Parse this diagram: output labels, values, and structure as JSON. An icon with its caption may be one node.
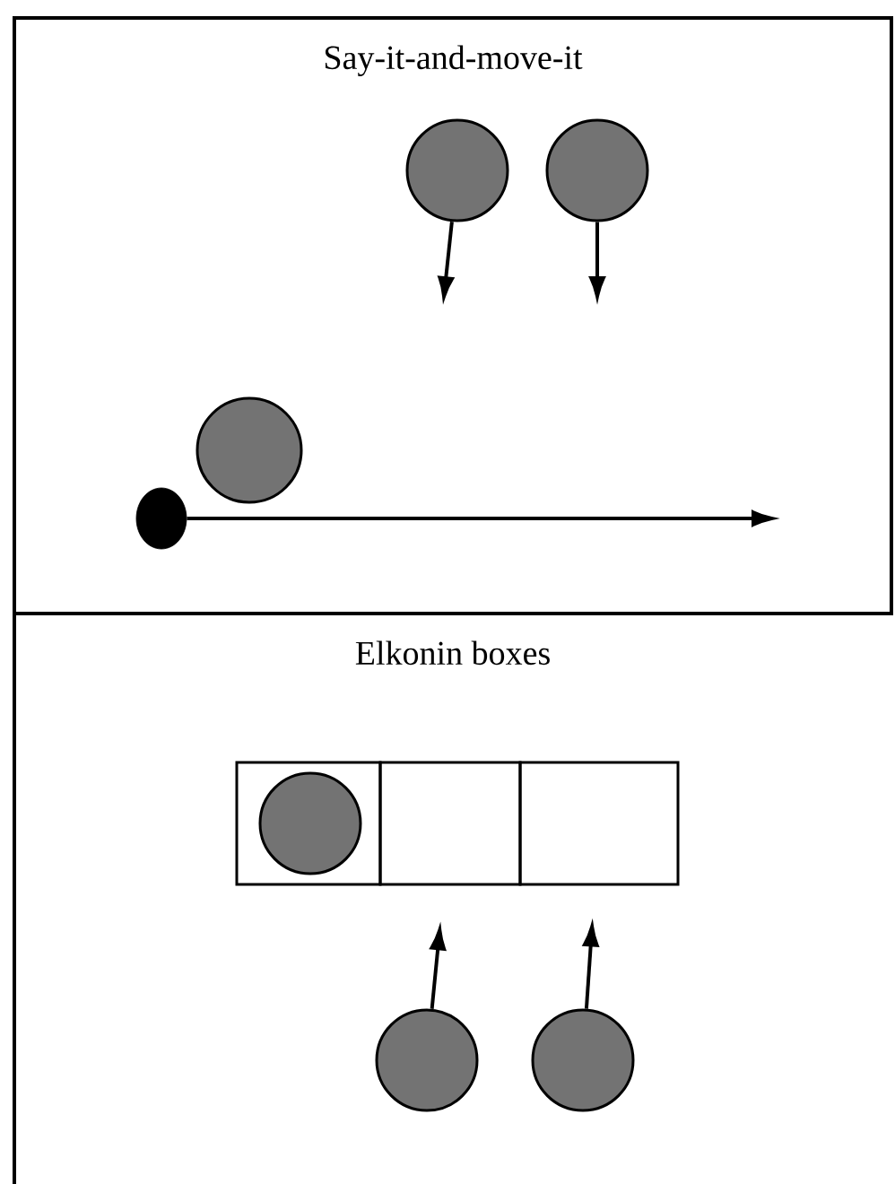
{
  "diagram": {
    "nodes": [
      {
        "text": [
          "Say-it-and-move-it"
        ]
      },
      {
        "text": [],
        "shape": "circle",
        "in": 0
      },
      {
        "text": [],
        "shape": "circle",
        "in": 0
      },
      {
        "text": [],
        "shape": "circle",
        "in": 0
      },
      {
        "text": [],
        "shape": "circle",
        "in": 0
      },
      {
        "text": [
          "Elkonin boxes"
        ]
      },
      {
        "text": [],
        "shape": "box",
        "in": 5
      },
      {
        "text": [],
        "shape": "circle",
        "in": 6
      },
      {
        "text": [],
        "shape": "box",
        "in": 5
      },
      {
        "text": [],
        "shape": "box",
        "in": 5
      },
      {
        "text": [],
        "shape": "circle",
        "in": 5
      },
      {
        "text": [],
        "shape": "circle",
        "in": 5
      }
    ],
    "edges": [
      {
        "from": 1,
        "to": null,
        "arrow": "to"
      },
      {
        "from": 2,
        "to": null,
        "arrow": "to"
      },
      {
        "from": 4,
        "to": null,
        "arrow": "to"
      },
      {
        "from": 10,
        "to": 8,
        "arrow": "to"
      },
      {
        "from": 11,
        "to": 9,
        "arrow": "to"
      }
    ]
  }
}
